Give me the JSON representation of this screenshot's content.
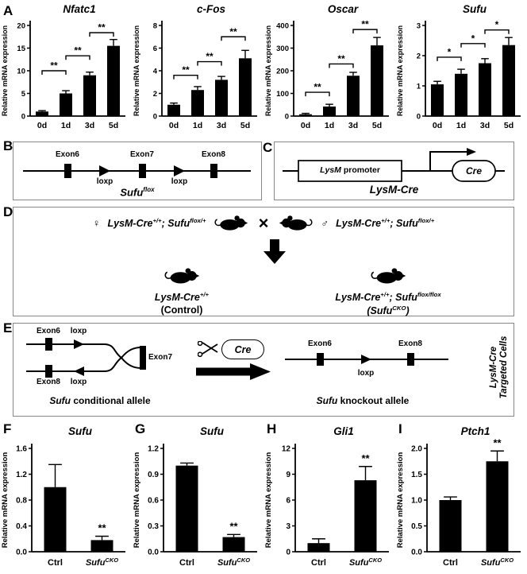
{
  "figure": {
    "panel_letters": {
      "A": "A",
      "B": "B",
      "C": "C",
      "D": "D",
      "E": "E",
      "F": "F",
      "G": "G",
      "H": "H",
      "I": "I"
    }
  },
  "panelB": {
    "exon_labels": [
      "Exon6",
      "Exon7",
      "Exon8"
    ],
    "loxp_labels": [
      "loxp",
      "loxp"
    ],
    "allele_label": "Sufu^{flox}"
  },
  "panelC": {
    "promoter_gene": "LysM",
    "promoter_rest": " promoter",
    "cre_label": "Cre",
    "caption": "LysM-Cre"
  },
  "panelD": {
    "female_symbol": "♀",
    "male_symbol": "♂",
    "female_genotype": "LysM-Cre^{+/+}; Sufu^{flox/+}",
    "male_genotype": "LysM-Cre^{+/+}; Sufu^{flox/+}",
    "cross_symbol": "×",
    "offspring_left_genotype": "LysM-Cre^{+/+}",
    "offspring_left_caption": "(Control)",
    "offspring_right_genotype": "LysM-Cre^{+/+}; Sufu^{flox/flox}",
    "offspring_right_caption": "(Sufu^{CKO})"
  },
  "panelE": {
    "left_diagram": {
      "exon6": "Exon6",
      "loxp_top": "loxp",
      "exon7": "Exon7",
      "exon8": "Exon8",
      "loxp_bottom": "loxp"
    },
    "cre_label": "Cre",
    "right_diagram": {
      "exon6": "Exon6",
      "loxp": "loxp",
      "exon8": "Exon8"
    },
    "caption_left_gene": "Sufu",
    "caption_left_rest": " conditional allele",
    "caption_right_gene": "Sufu",
    "caption_right_rest": " knockout allele",
    "side_label_line1": "LysM-Cre",
    "side_label_line2": "Targeted Cells"
  },
  "chart_data": [
    {
      "panel": "A",
      "type": "bar",
      "title": "Nfatc1",
      "ylabel": "Relative mRNA expression",
      "categories": [
        "0d",
        "1d",
        "3d",
        "5d"
      ],
      "values": [
        1,
        5,
        9,
        15.5
      ],
      "errors": [
        0.2,
        0.6,
        0.7,
        1.4
      ],
      "ylim": [
        0,
        20
      ],
      "yticks": [
        "0",
        "5",
        "10",
        "15",
        "20"
      ],
      "sig_brackets": [
        {
          "from": 0,
          "to": 1,
          "label": "**",
          "y": 10
        },
        {
          "from": 1,
          "to": 2,
          "label": "**",
          "y": 13.3
        },
        {
          "from": 2,
          "to": 3,
          "label": "**",
          "y": 18.4
        }
      ]
    },
    {
      "panel": "A",
      "type": "bar",
      "title": "c-Fos",
      "ylabel": "Relative mRNA expression",
      "categories": [
        "0d",
        "1d",
        "3d",
        "5d"
      ],
      "values": [
        1,
        2.3,
        3.2,
        5.1
      ],
      "errors": [
        0.15,
        0.3,
        0.3,
        0.7
      ],
      "ylim": [
        0,
        8
      ],
      "yticks": [
        "0",
        "2",
        "4",
        "6",
        "8"
      ],
      "sig_brackets": [
        {
          "from": 0,
          "to": 1,
          "label": "**",
          "y": 3.6
        },
        {
          "from": 1,
          "to": 2,
          "label": "**",
          "y": 4.8
        },
        {
          "from": 2,
          "to": 3,
          "label": "**",
          "y": 7.0
        }
      ]
    },
    {
      "panel": "A",
      "type": "bar",
      "title": "Oscar",
      "ylabel": "Relative mRNA expression",
      "categories": [
        "0d",
        "1d",
        "3d",
        "5d"
      ],
      "values": [
        8,
        42,
        178,
        312
      ],
      "errors": [
        4,
        10,
        15,
        35
      ],
      "ylim": [
        0,
        400
      ],
      "yticks": [
        "0",
        "100",
        "200",
        "300",
        "400"
      ],
      "sig_brackets": [
        {
          "from": 0,
          "to": 1,
          "label": "**",
          "y": 105
        },
        {
          "from": 1,
          "to": 2,
          "label": "**",
          "y": 230
        },
        {
          "from": 2,
          "to": 3,
          "label": "**",
          "y": 382
        }
      ]
    },
    {
      "panel": "A",
      "type": "bar",
      "title": "Sufu",
      "ylabel": "Relative mRNA expression",
      "categories": [
        "0d",
        "1d",
        "3d",
        "5d"
      ],
      "values": [
        1.05,
        1.4,
        1.75,
        2.35
      ],
      "errors": [
        0.1,
        0.15,
        0.15,
        0.25
      ],
      "ylim": [
        0,
        3
      ],
      "yticks": [
        "0",
        "1",
        "2",
        "3"
      ],
      "sig_brackets": [
        {
          "from": 0,
          "to": 1,
          "label": "*",
          "y": 1.95
        },
        {
          "from": 1,
          "to": 2,
          "label": "*",
          "y": 2.4
        },
        {
          "from": 2,
          "to": 3,
          "label": "*",
          "y": 2.85
        }
      ]
    },
    {
      "panel": "F",
      "type": "bar",
      "title": "Sufu",
      "ylabel": "Relative mRNA expression",
      "categories": [
        {
          "text": "Ctrl"
        },
        {
          "text": "Sufu",
          "sup": "CKO",
          "italic": true
        }
      ],
      "values": [
        1.0,
        0.18
      ],
      "errors": [
        0.35,
        0.06
      ],
      "ylim": [
        0,
        1.6
      ],
      "yticks": [
        "0.0",
        "0.4",
        "0.8",
        "1.2",
        "1.6"
      ],
      "sig_star": {
        "bar": 1,
        "label": "**"
      }
    },
    {
      "panel": "G",
      "type": "bar",
      "title": "Sufu",
      "ylabel": "Relative mRNA expression",
      "categories": [
        {
          "text": "Ctrl"
        },
        {
          "text": "Sufu",
          "sup": "CKO",
          "italic": true
        }
      ],
      "values": [
        1.0,
        0.17
      ],
      "errors": [
        0.03,
        0.03
      ],
      "ylim": [
        0,
        1.2
      ],
      "yticks": [
        "0.0",
        "0.3",
        "0.6",
        "0.9",
        "1.2"
      ],
      "sig_star": {
        "bar": 1,
        "label": "**"
      }
    },
    {
      "panel": "H",
      "type": "bar",
      "title": "Gli1",
      "ylabel": "Relative mRNA expression",
      "categories": [
        {
          "text": "Ctrl"
        },
        {
          "text": "Sufu",
          "sup": "CKO",
          "italic": true
        }
      ],
      "values": [
        1.0,
        8.3
      ],
      "errors": [
        0.5,
        1.6
      ],
      "ylim": [
        0,
        12
      ],
      "yticks": [
        "0",
        "3",
        "6",
        "9",
        "12"
      ],
      "sig_star": {
        "bar": 1,
        "label": "**"
      }
    },
    {
      "panel": "I",
      "type": "bar",
      "title": "Ptch1",
      "ylabel": "Relative mRNA expression",
      "categories": [
        {
          "text": "Ctrl"
        },
        {
          "text": "Sufu",
          "sup": "CKO",
          "italic": true
        }
      ],
      "values": [
        1.0,
        1.75
      ],
      "errors": [
        0.06,
        0.2
      ],
      "ylim": [
        0,
        2.0
      ],
      "yticks": [
        "0.0",
        "0.5",
        "1.0",
        "1.5",
        "2.0"
      ],
      "sig_star": {
        "bar": 1,
        "label": "**"
      }
    }
  ]
}
